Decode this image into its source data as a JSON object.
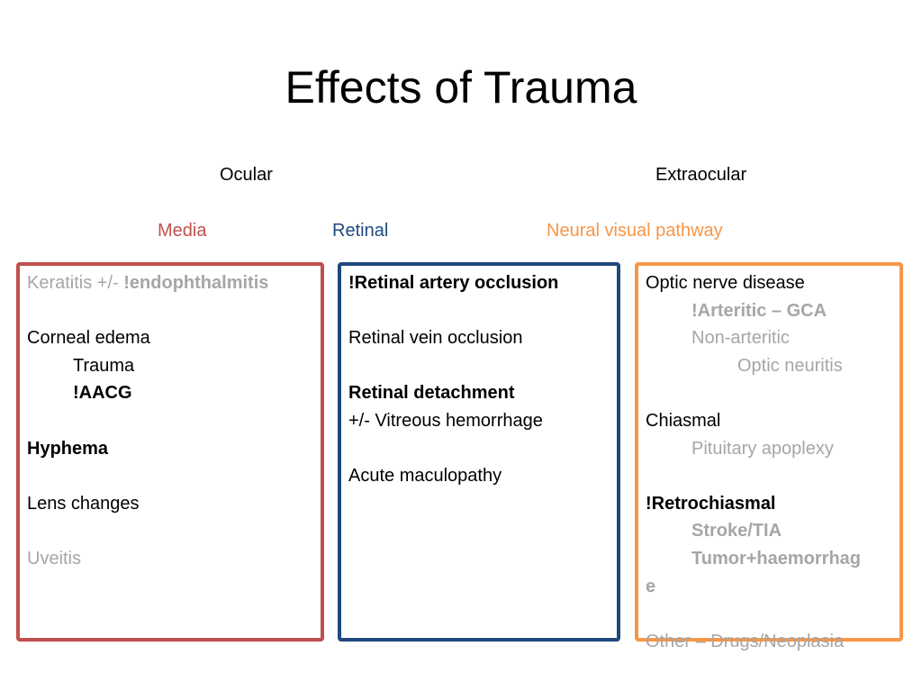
{
  "title": "Effects of Trauma",
  "headers": {
    "ocular": "Ocular",
    "extraocular": "Extraocular"
  },
  "categories": {
    "media": {
      "label": "Media",
      "color": "#c0504d"
    },
    "retinal": {
      "label": "Retinal",
      "color": "#1f497d"
    },
    "neural": {
      "label": "Neural visual pathway",
      "color": "#f79646"
    }
  },
  "media_box": {
    "keratitis_prefix": "Keratitis +/- ",
    "keratitis_bold": "!endophthalmitis",
    "corneal_edema": "Corneal edema",
    "trauma": "Trauma",
    "aacg": "!AACG",
    "hyphema": "Hyphema",
    "lens_changes": "Lens changes",
    "uveitis": "Uveitis"
  },
  "retinal_box": {
    "artery_occlusion": "!Retinal artery occlusion",
    "vein_occlusion": "Retinal vein occlusion",
    "detachment": "Retinal detachment",
    "vitreous": "+/- Vitreous hemorrhage",
    "maculopathy": "Acute maculopathy"
  },
  "neural_box": {
    "optic_nerve": "Optic nerve disease",
    "arteritic": "!Arteritic – GCA",
    "non_arteritic": "Non-arteritic",
    "optic_neuritis": "Optic neuritis",
    "chiasmal": "Chiasmal",
    "pituitary": "Pituitary apoplexy",
    "retrochiasmal": "!Retrochiasmal",
    "stroke": "Stroke/TIA",
    "tumor": "Tumor+haemorrhag",
    "tumor_tail": "e",
    "other": "Other – Drugs/Neoplasia"
  }
}
